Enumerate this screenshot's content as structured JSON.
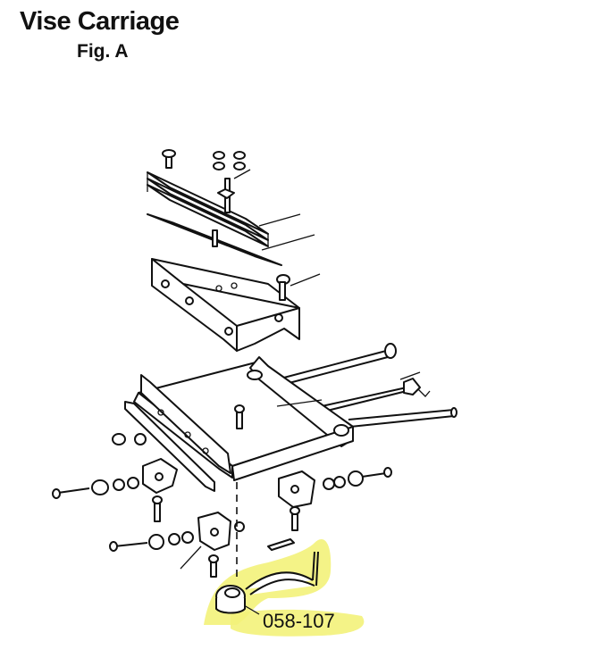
{
  "header": {
    "title": "Vise Carriage",
    "figure": "Fig. A"
  },
  "callout": {
    "part_number": "058-107",
    "highlight_color": "#f3f27a"
  }
}
